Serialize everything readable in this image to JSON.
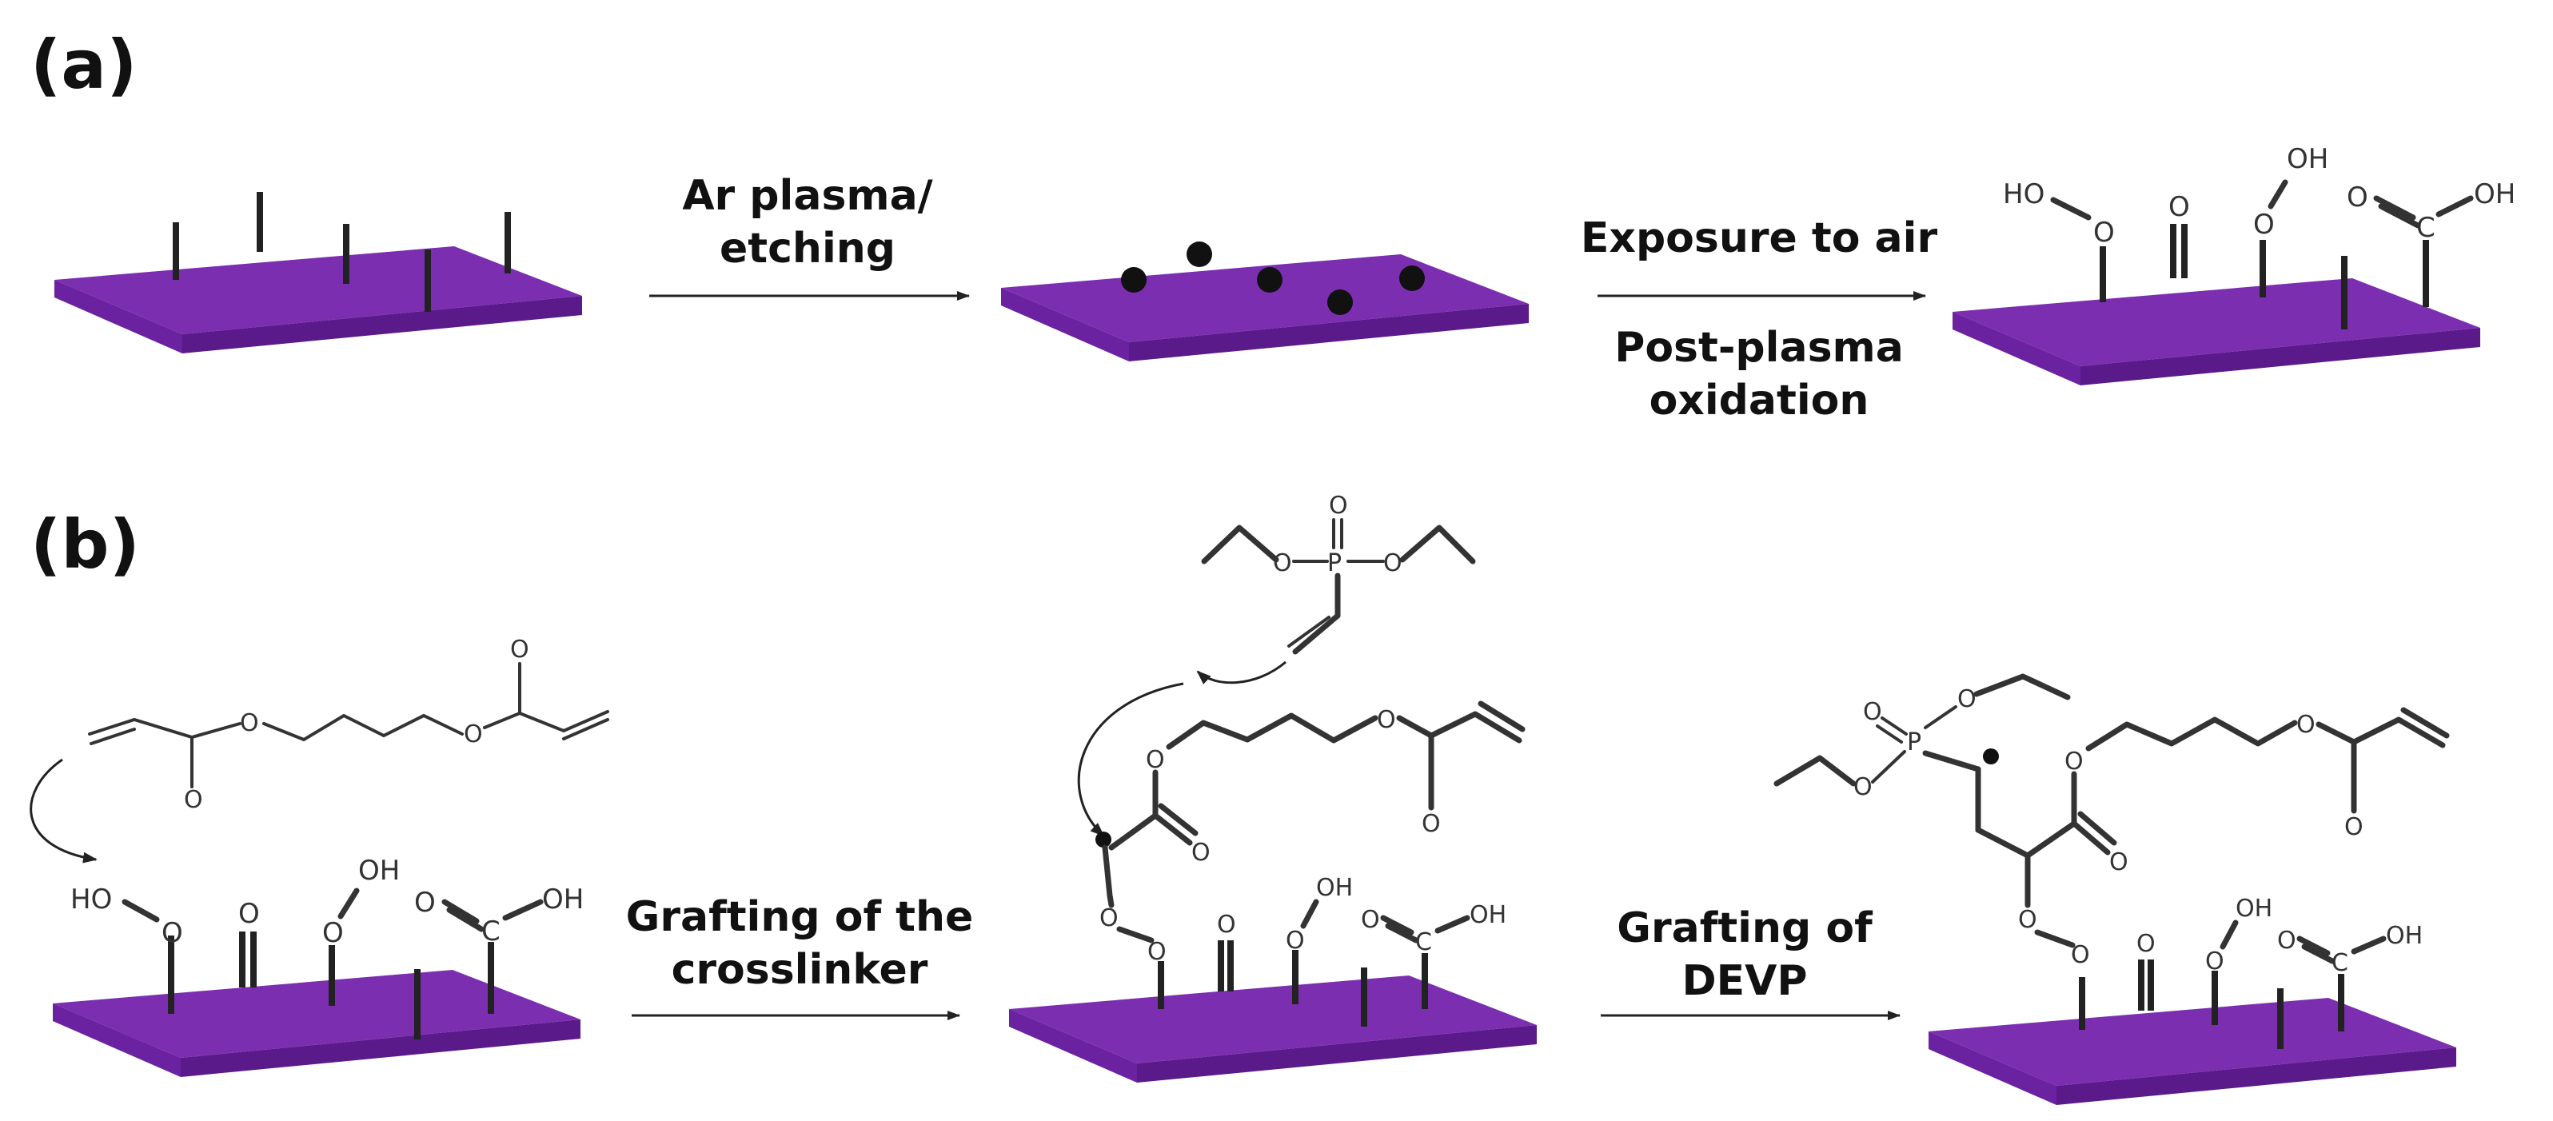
{
  "panels": {
    "a": {
      "label": "(a)",
      "step1": {
        "lines": [
          "Ar plasma/",
          "etching"
        ]
      },
      "step2": {
        "line_top": "Exposure to air",
        "lines_bottom": [
          "Post-plasma",
          "oxidation"
        ]
      }
    },
    "b": {
      "label": "(b)",
      "step1": {
        "lines": [
          "Grafting of the",
          "crosslinker"
        ]
      },
      "step2": {
        "lines": [
          "Grafting of",
          "DEVP"
        ]
      }
    }
  },
  "atoms": {
    "hydroxyl": "HO",
    "hydroxyl_right": "OH",
    "oxygen": "O",
    "carbon": "C",
    "phosphorus": "P"
  },
  "colors": {
    "substrate_top": "#7b2fb0",
    "substrate_front": "#6a22a0",
    "substrate_side": "#5a1a8a",
    "ink": "#222222"
  }
}
